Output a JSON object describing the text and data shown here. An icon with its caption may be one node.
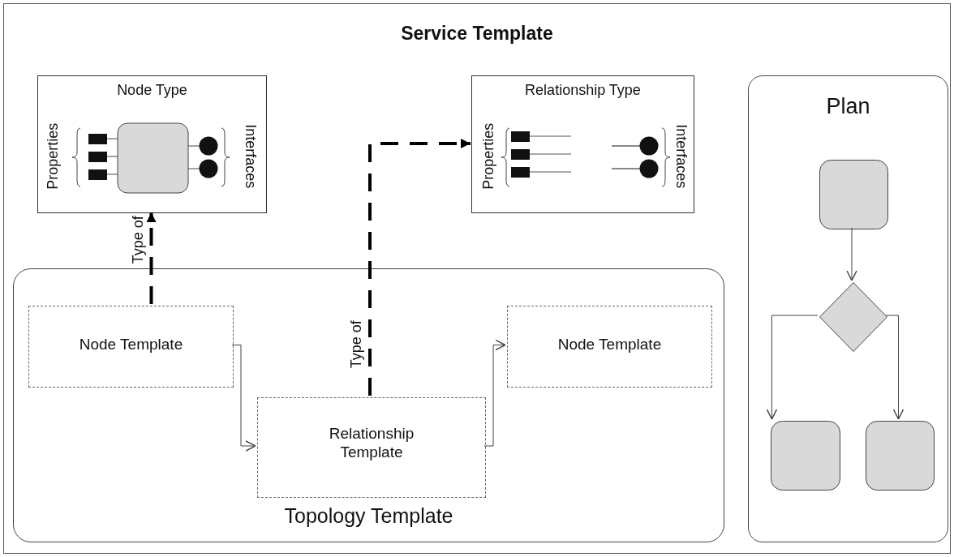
{
  "diagram": {
    "nodes": [
      {
        "text": [
          "Service Template"
        ]
      },
      {
        "text": [
          "Node Type",
          "Properties",
          "Interfaces"
        ],
        "in": 0
      },
      {
        "text": [
          "Relationship Type",
          "Properties",
          "Interfaces"
        ],
        "in": 0
      },
      {
        "text": [
          "Topology Template"
        ],
        "in": 0
      },
      {
        "text": [
          "Node Template"
        ],
        "in": 3
      },
      {
        "text": [
          "Relationship Template"
        ],
        "in": 3
      },
      {
        "text": [
          "Node Template"
        ],
        "in": 3
      },
      {
        "text": [
          "Plan"
        ],
        "in": 0
      },
      {
        "text": [],
        "shape": "box",
        "in": 7
      },
      {
        "text": [],
        "shape": "diamond",
        "in": 7
      },
      {
        "text": [],
        "shape": "box",
        "in": 7
      },
      {
        "text": [],
        "shape": "box",
        "in": 7
      }
    ],
    "edges": [
      {
        "from": 4,
        "to": 1,
        "arrow": "to",
        "label": "Type of",
        "style": "dashed"
      },
      {
        "from": 5,
        "to": 2,
        "arrow": "to",
        "label": "Type of",
        "style": "dashed"
      },
      {
        "from": 4,
        "to": 5,
        "arrow": "to"
      },
      {
        "from": 5,
        "to": 6,
        "arrow": "to"
      },
      {
        "from": 8,
        "to": 9,
        "arrow": "to"
      },
      {
        "from": 9,
        "to": 10,
        "arrow": "to"
      },
      {
        "from": 9,
        "to": 11,
        "arrow": "to"
      }
    ]
  }
}
